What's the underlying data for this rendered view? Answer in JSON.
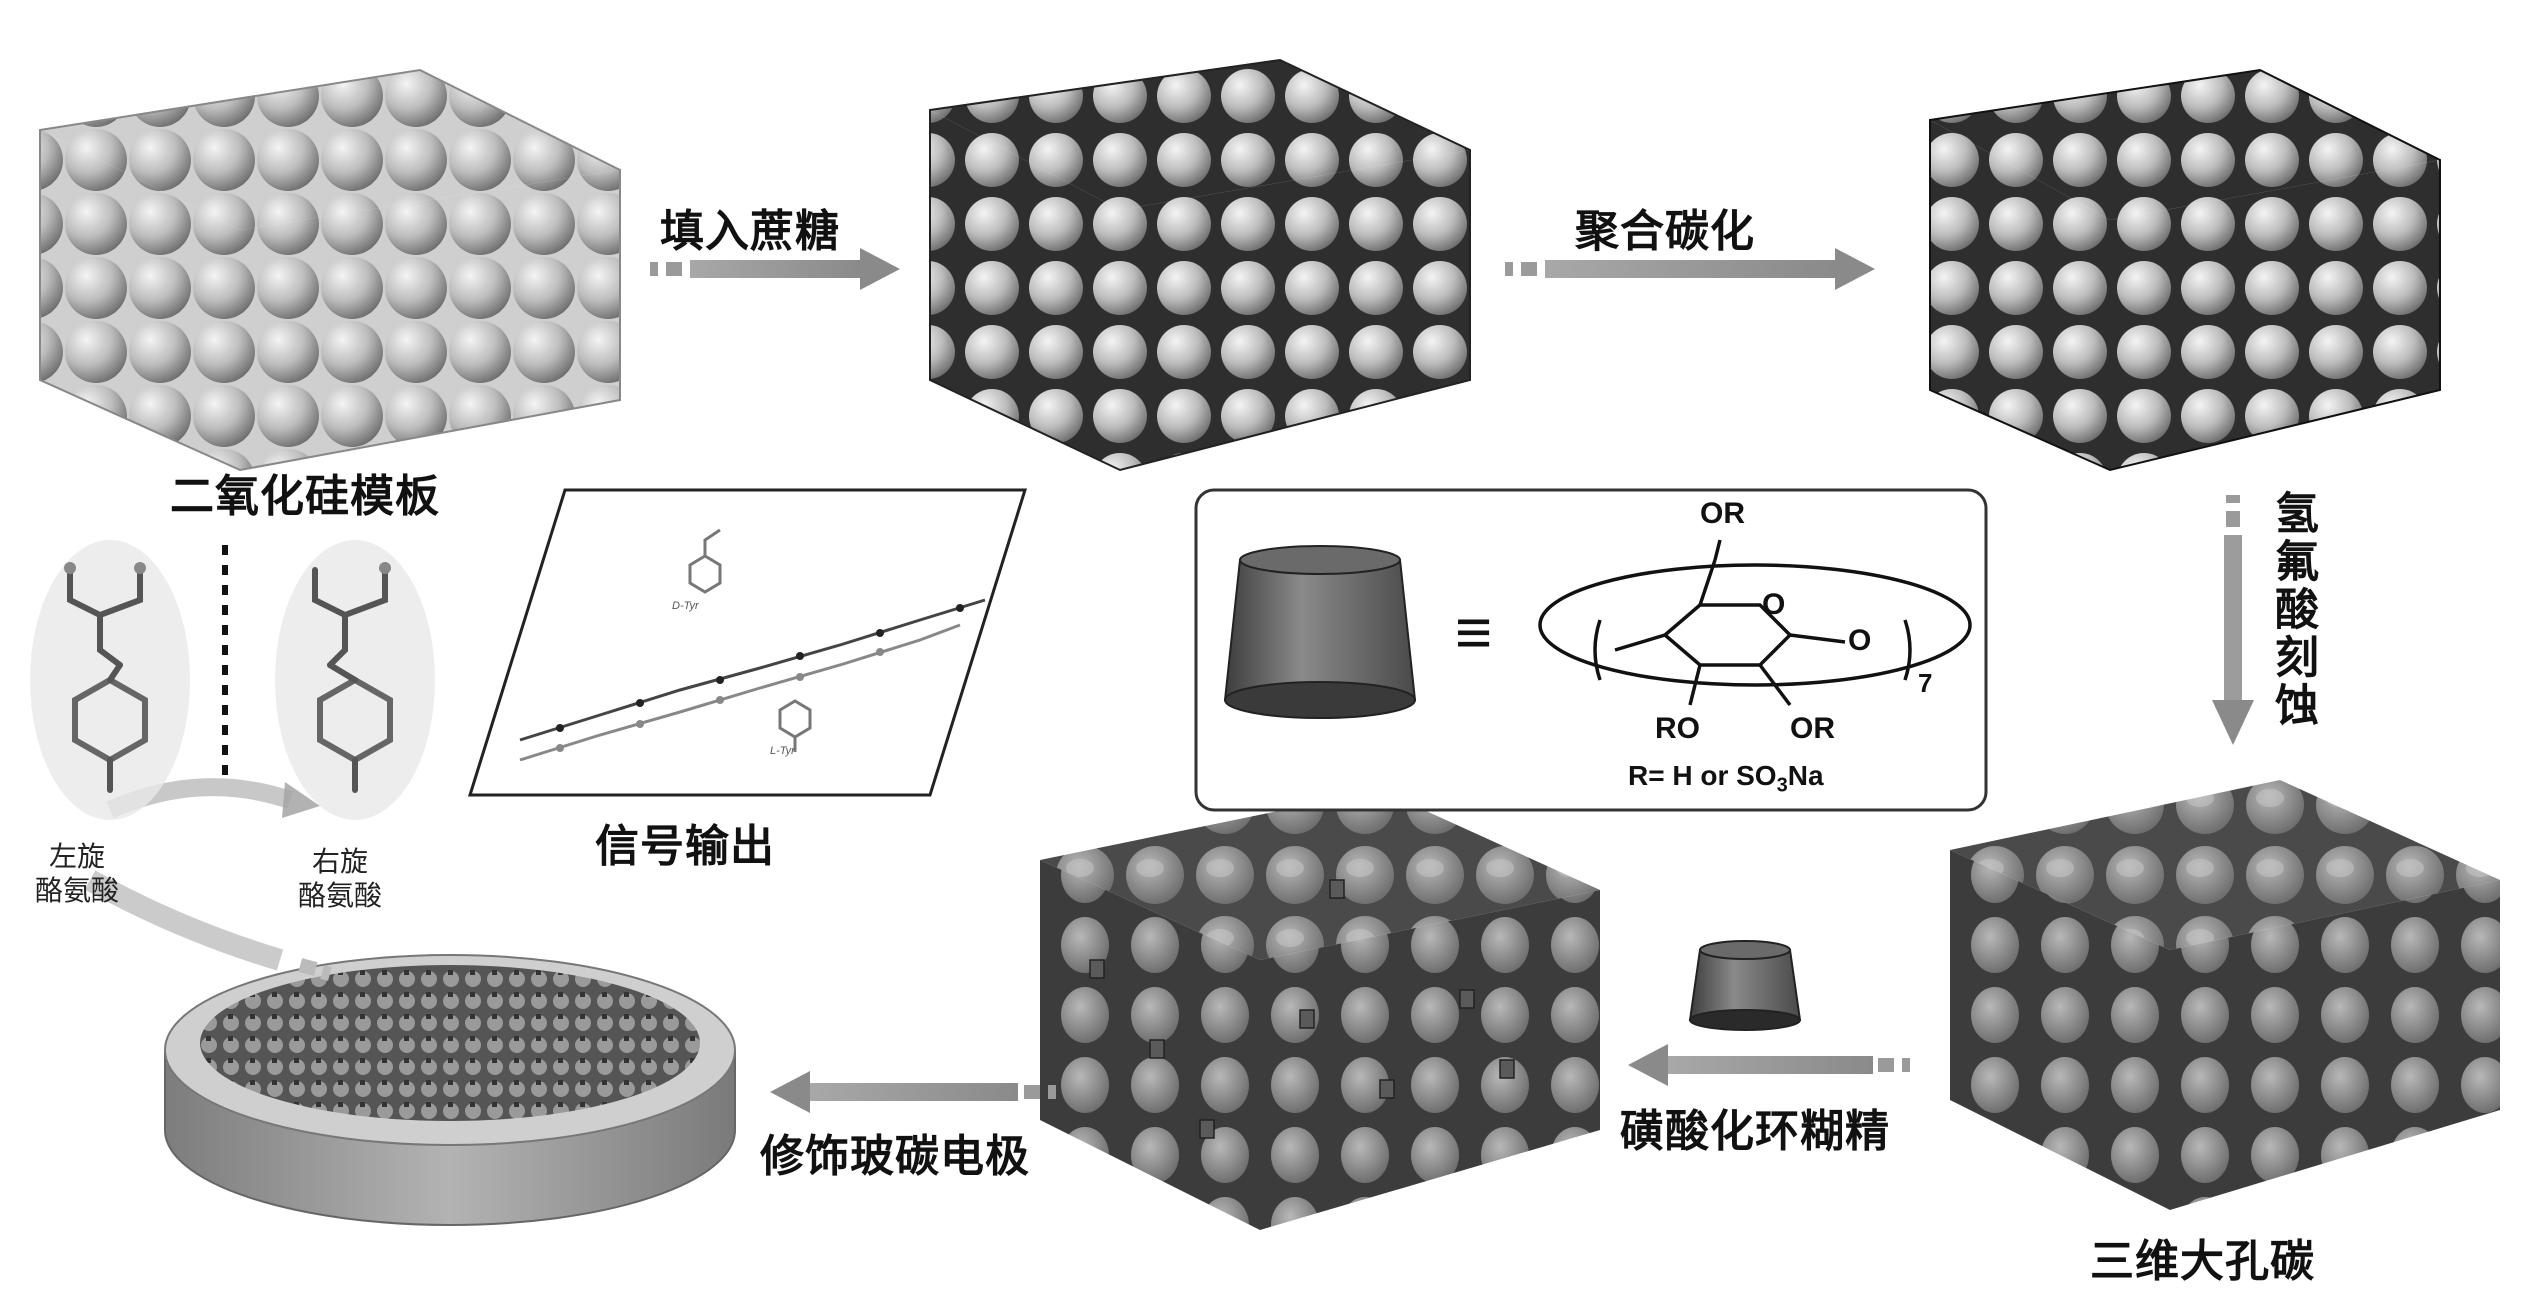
{
  "labels": {
    "silica_template": "二氧化硅模板",
    "fill_sucrose": "填入蔗糖",
    "polymerize_carbonize": "聚合碳化",
    "hf_etching": "氢氟酸刻蚀",
    "macroporous_carbon": "三维大孔碳",
    "sulfonated_cd": "磺酸化环糊精",
    "modified_gce": "修饰玻碳电极",
    "signal_output": "信号输出",
    "l_tyr": [
      "左旋",
      "酪氨酸"
    ],
    "d_tyr": [
      "右旋",
      "酪氨酸"
    ],
    "plot_d_tyr": "D-Tyr",
    "plot_l_tyr": "L-Tyr"
  },
  "structure_box": {
    "equiv_symbol": "≡",
    "or_top": "OR",
    "ring_o": "O",
    "o_link": "O",
    "subscript_n": "7",
    "ro_left": "RO",
    "or_right": "OR",
    "r_def_prefix": "R= H or SO",
    "r_def_sub": "3",
    "r_def_suffix": "Na"
  },
  "colors": {
    "sphere": "#b9b9b9",
    "carbon": "#3a3a3a",
    "arrow": "#9a9a9a",
    "pore": "#8c8c8c"
  }
}
